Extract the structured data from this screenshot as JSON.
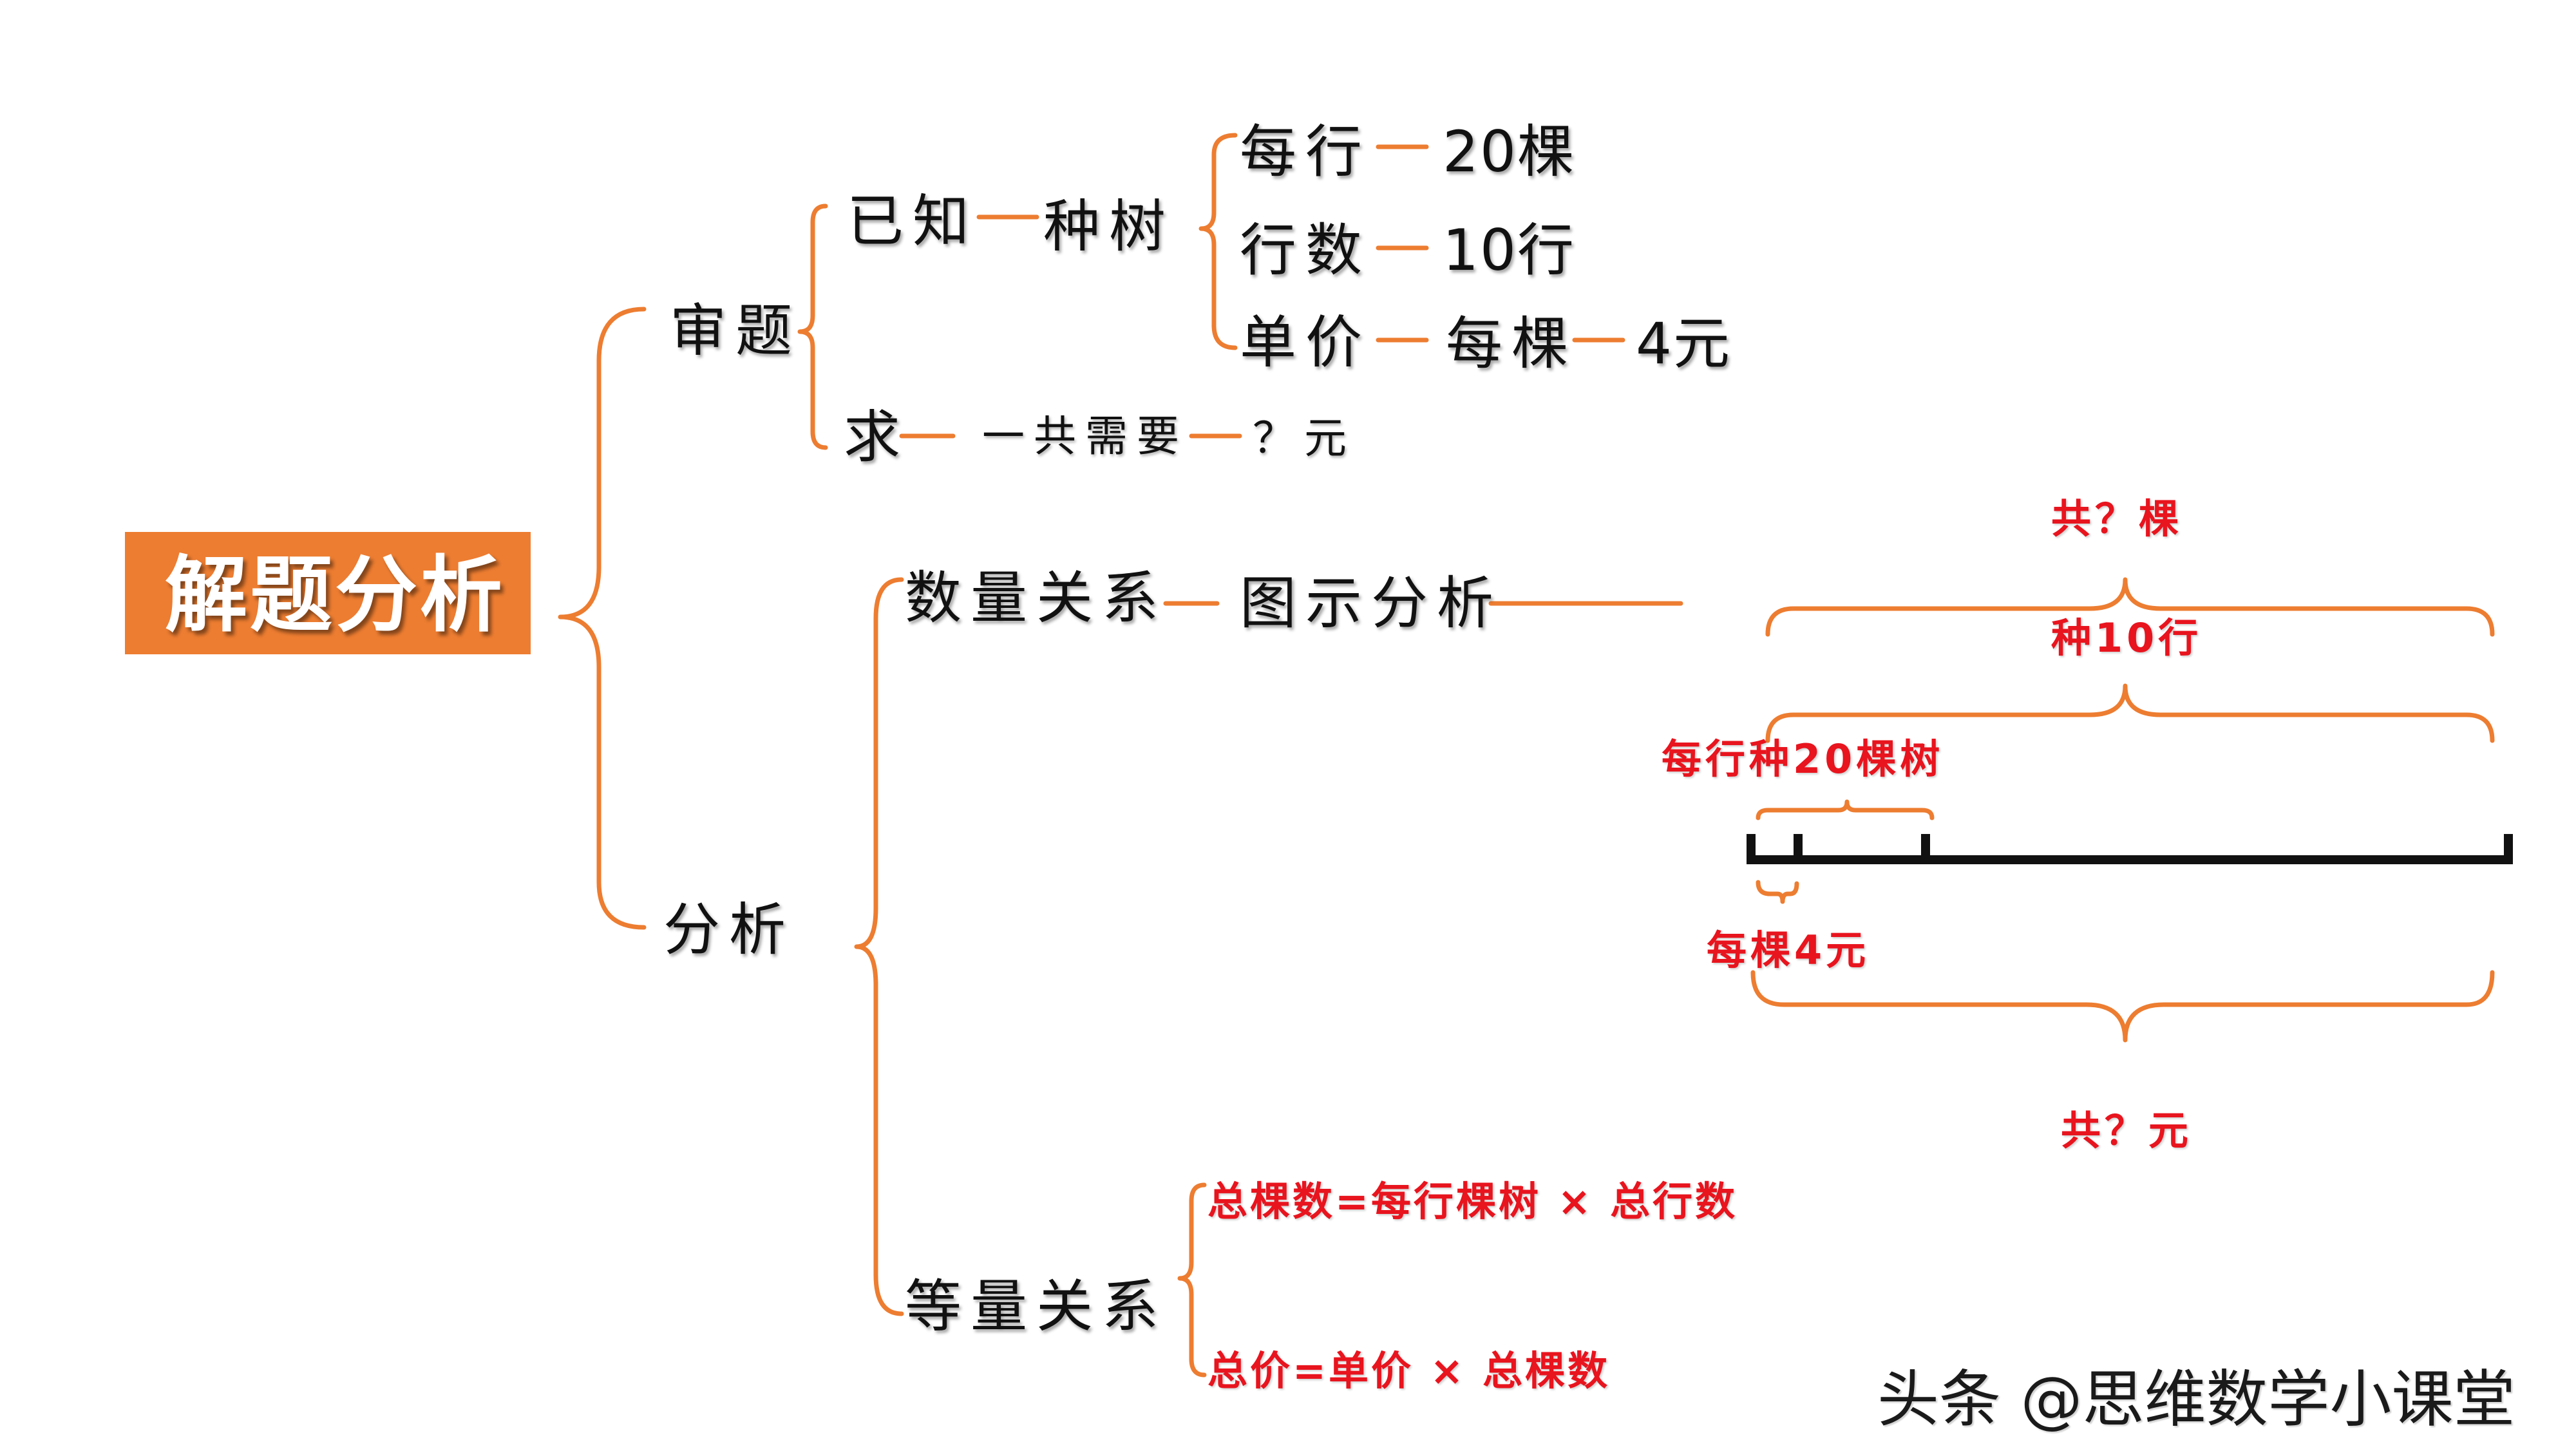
{
  "title": "解题分析",
  "branch_review": {
    "label": "审题",
    "known": {
      "label": "已知",
      "topic": "种树",
      "items": [
        {
          "key": "每行",
          "value": "20棵"
        },
        {
          "key": "行数",
          "value": "10行"
        },
        {
          "key": "单价",
          "value": "每棵",
          "value2": "4元"
        }
      ]
    },
    "ask": {
      "label": "求",
      "text": "一共需要",
      "unknown": "？元"
    }
  },
  "branch_analysis": {
    "label": "分析",
    "quantity": {
      "label": "数量关系",
      "method": "图示分析"
    },
    "equal": {
      "label": "等量关系",
      "formulas": [
        "总棵数=每行棵树 × 总行数",
        "总价=单价 × 总棵数"
      ]
    }
  },
  "figure": {
    "top_total": "共？棵",
    "rows": "种10行",
    "per_row": "每行种20棵树",
    "per_tree": "每棵4元",
    "bottom_total": "共？元"
  },
  "watermark": "头条 @思维数学小课堂",
  "colors": {
    "accent": "#ed7d31",
    "red": "#e8141e",
    "text": "#111111"
  }
}
